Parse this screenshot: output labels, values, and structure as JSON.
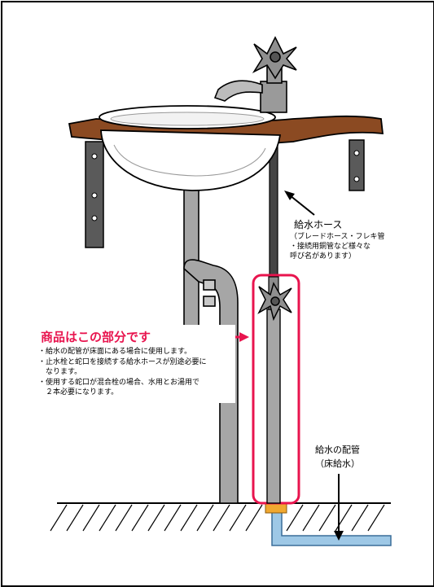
{
  "labels": {
    "hose_title": "給水ホース",
    "hose_note_lines": [
      "（ブレードホース・フレキ管",
      "・接続用銅管など様々な",
      "呼び名があります）"
    ],
    "pipe_title": "給水の配管",
    "pipe_sub": "（床給水）"
  },
  "product": {
    "title": "商品はこの部分です",
    "notes": [
      "・給水の配管が床面にある場合に使用します。",
      "・止水栓と蛇口を接続する給水ホースが別途必要に",
      "　なります。",
      "・使用する蛇口が混合栓の場合、水用とお湯用で",
      "　２本必要になります。"
    ]
  },
  "colors": {
    "highlight": "#e8144e",
    "counter_wood": "#8b4a22",
    "bracket": "#5a5a5a",
    "pipe_gray": "#a6a6a6",
    "water_pipe": "#9ec8e6",
    "fitting": "#f0a830"
  }
}
